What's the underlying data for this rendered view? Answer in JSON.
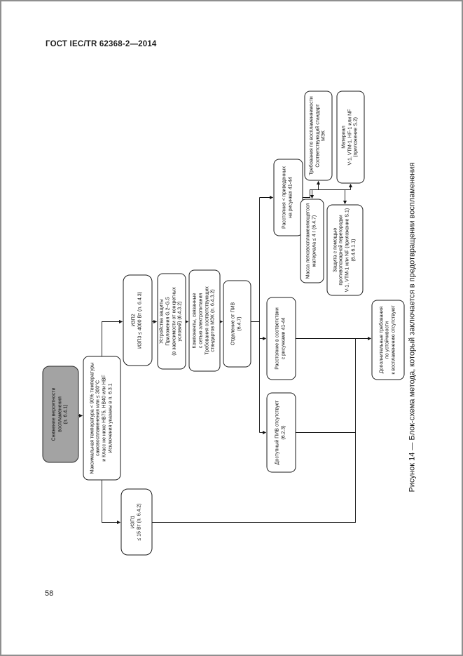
{
  "page": {
    "header": "ГОСТ IEC/TR 62368-2—2014",
    "page_number": "58",
    "caption": "Рисунок 14 — Блок-схема метода, который заключается в предотвращении воспламенения"
  },
  "colors": {
    "start_fill": "#a3a3a3",
    "box_border": "#1a1a1a",
    "line": "#111111"
  },
  "flowchart": {
    "nodes": [
      {
        "id": "start",
        "lines": [
          "Снижение вероятности",
          "воспламенения",
          "(п. 6.4.1)"
        ]
      },
      {
        "id": "max-temperature",
        "lines": [
          "Максимальная температура < 90% температуры",
          "самовоспламенения или ≤ 300°С",
          "и Класс не ниже HB75, HB40 или HBF",
          "Исключения указаны в п. 6.3.1"
        ]
      },
      {
        "id": "izp1",
        "lines": [
          "ИЗП1",
          "≤ 15 Вт (п. 6.4.2)"
        ]
      },
      {
        "id": "izp2-izp3",
        "lines": [
          "ИЗП2",
          "ИЗП3 ≤ 4000 Вт (п. 6.4.3)"
        ]
      },
      {
        "id": "protection-devices",
        "lines": [
          "Устройства защиты",
          "Приложения G.2–G.5",
          "(в зависимости от конкретных",
          "условий) (6.4.3.2)"
        ]
      },
      {
        "id": "mains-components",
        "lines": [
          "Компоненты, связанные",
          "с сетью электропитания",
          "Требования соответствующих",
          "стандартов МЭК (п. 6.4.3.2)"
        ]
      },
      {
        "id": "separation-from-piv",
        "lines": [
          "Отделение от ПИВ",
          "(6.4.7)"
        ]
      },
      {
        "id": "distance-per-figures",
        "lines": [
          "Расстояние в соответствии",
          "с рисунками 41-44"
        ]
      },
      {
        "id": "accessible-piv-absent",
        "lines": [
          "Доступный ПИВ отсутствует",
          "(6.2.3)"
        ]
      },
      {
        "id": "distances-less-than-figures",
        "lines": [
          "Расстояния < приведенных",
          "на рисунках 41-44"
        ]
      },
      {
        "id": "flammable-mass",
        "lines": [
          "Масса легковоспламеняющегося",
          "материала ≤ 4 г (6.4.7)"
        ]
      },
      {
        "id": "flammability-requirements",
        "lines": [
          "Требования по воспламеняемости",
          "Соответствующий стандарт",
          "МЭК"
        ]
      },
      {
        "id": "fire-barrier-protection",
        "lines": [
          "Защита с помощью",
          "противопожарной перегородки",
          "V-1, VTM-1 или NF (приложение S.1)",
          "(6.4.6.1.1)"
        ]
      },
      {
        "id": "material-v1",
        "lines": [
          "Материал",
          "V-1, VTM-1, HF-1 или NF",
          "(приложение S.2)"
        ]
      },
      {
        "id": "no-additional-requirements",
        "lines": [
          "Дополнительные требования",
          "по устойчивости",
          "к воспламенению отсутствуют"
        ]
      }
    ]
  }
}
